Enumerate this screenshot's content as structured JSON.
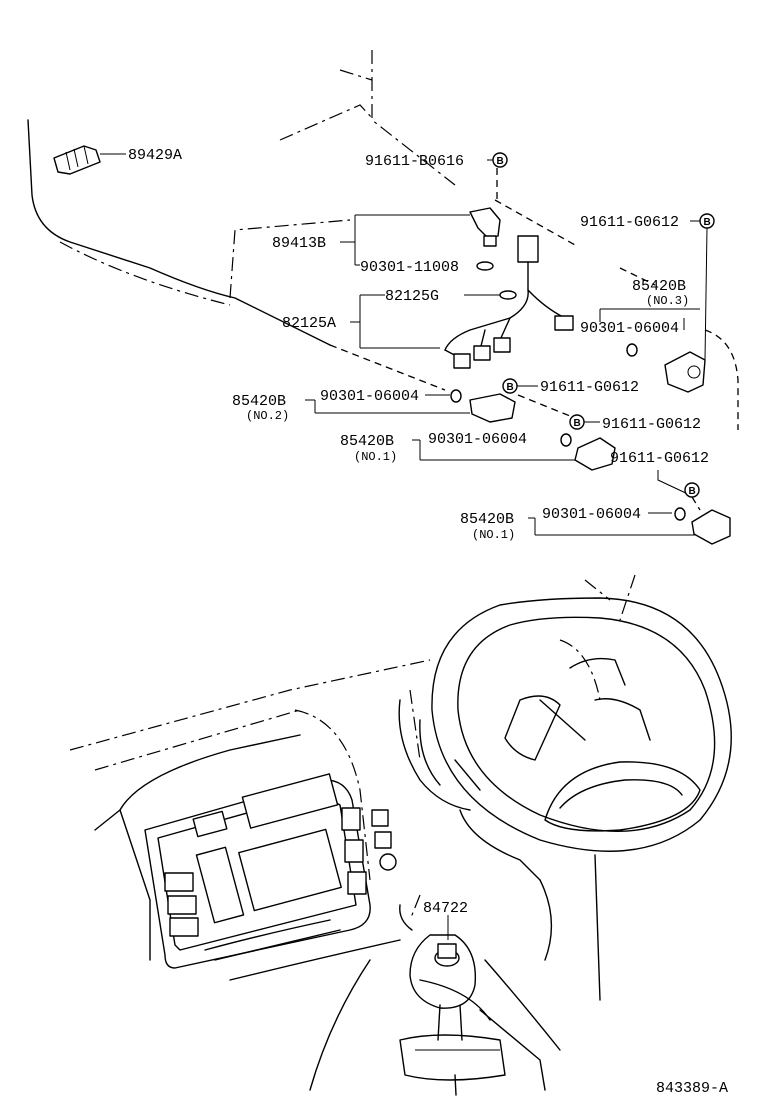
{
  "diagram": {
    "ref_number": "843389-A",
    "bolt_symbol": "B",
    "labels": {
      "p89429A": "89429A",
      "p91611B0616": "91611-B0616",
      "p91611G0612_top": "91611-G0612",
      "p89413B": "89413B",
      "p90301_11008": "90301-11008",
      "p82125G": "82125G",
      "p82125A": "82125A",
      "p85420B_no3": "85420B",
      "no3": "(NO.3)",
      "p90301_06004_no3": "90301-06004",
      "p85420B_no2": "85420B",
      "no2": "(NO.2)",
      "p90301_06004_no2": "90301-06004",
      "p91611G0612_no2": "91611-G0612",
      "p91611G0612_no1a": "91611-G0612",
      "p85420B_no1a": "85420B",
      "no1a": "(NO.1)",
      "p90301_06004_no1a": "90301-06004",
      "p91611G0612_no1b": "91611-G0612",
      "p85420B_no1b": "85420B",
      "no1b": "(NO.1)",
      "p90301_06004_no1b": "90301-06004",
      "p84722": "84722"
    }
  }
}
